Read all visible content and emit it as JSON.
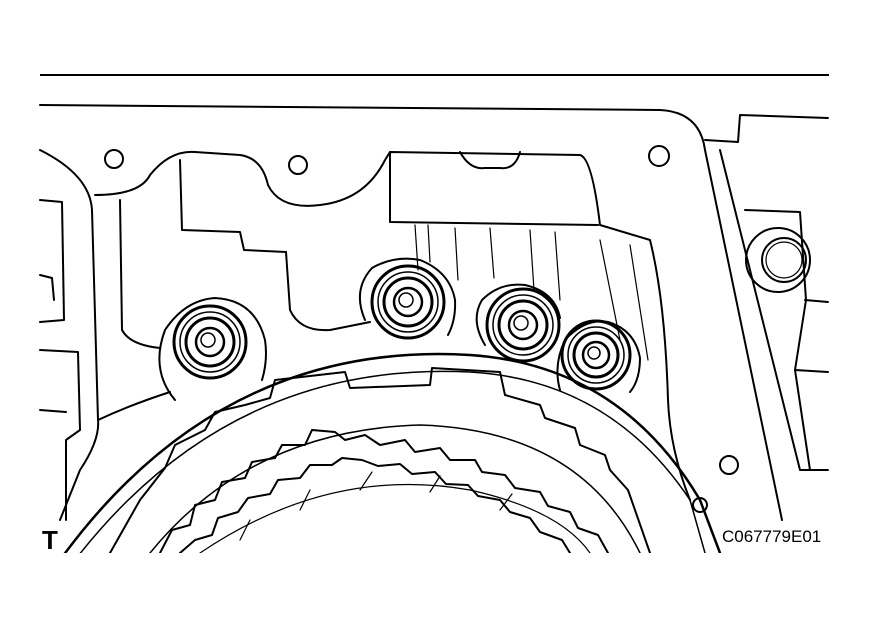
{
  "figure": {
    "view_mark": "T",
    "figure_code": "C067779E01"
  },
  "colors": {
    "line": "#000000",
    "background": "#ffffff"
  },
  "parts": {
    "bolts_shown": 4,
    "small_holes_shown": 5
  }
}
